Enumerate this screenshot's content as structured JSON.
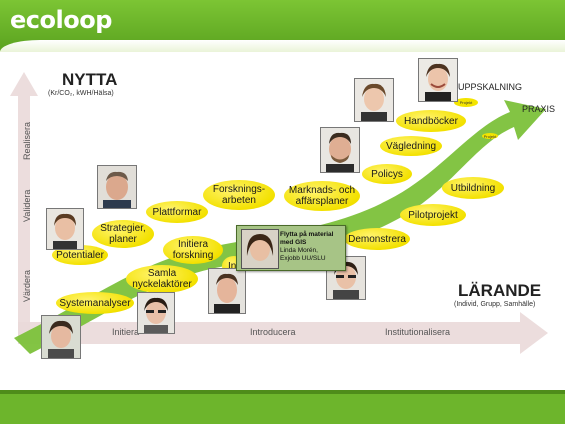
{
  "header": {
    "logo": "ecoloop"
  },
  "top_axis": {
    "title": "NYTTA",
    "subtitle": "(Kr/CO₂, kWH/Hälsa)"
  },
  "right_axis": {
    "title": "LÄRANDE",
    "subtitle": "(Individ, Grupp, Samhälle)"
  },
  "vertical_labels": {
    "varera": "Värdera",
    "validera": "Validera",
    "realisera": "Realisera"
  },
  "bottom_labels": {
    "initiera": "Initiera",
    "introducera": "Introducera",
    "institutionalisera": "Institutionalisera"
  },
  "top_right": {
    "uppskalning": "UPPSKALNING",
    "praxis": "PRAXIS",
    "projekt_tag": "Projekt",
    "tiny_tag": "Projekt"
  },
  "bubbles": {
    "systemanalyser": "Systemanalyser",
    "samla_nyckelaktorer": "Samla nyckelaktörer",
    "potentialer": "Potentialer",
    "strategier_planer": "Strategier, planer",
    "initiera_forskning": "Initiera forskning",
    "plattformar": "Plattformar",
    "forskningsarbeten": "Forsknings-arbeten",
    "marknads_affarsplaner": "Marknads- och affärsplaner",
    "demonstrera": "Demonstrera",
    "pilotprojekt": "Pilotprojekt",
    "policys": "Policys",
    "vagledning": "Vägledning",
    "handbocker": "Handböcker",
    "utbildning": "Utbildning",
    "in_partial": "In"
  },
  "popup": {
    "title": "Flytta på material med GIS",
    "name": "Linda Morén,",
    "org": "Exjobb UU/SLU"
  },
  "colors": {
    "green": "#6db52c",
    "yellow": "#f3e100",
    "arrow": "#7cc13a"
  }
}
